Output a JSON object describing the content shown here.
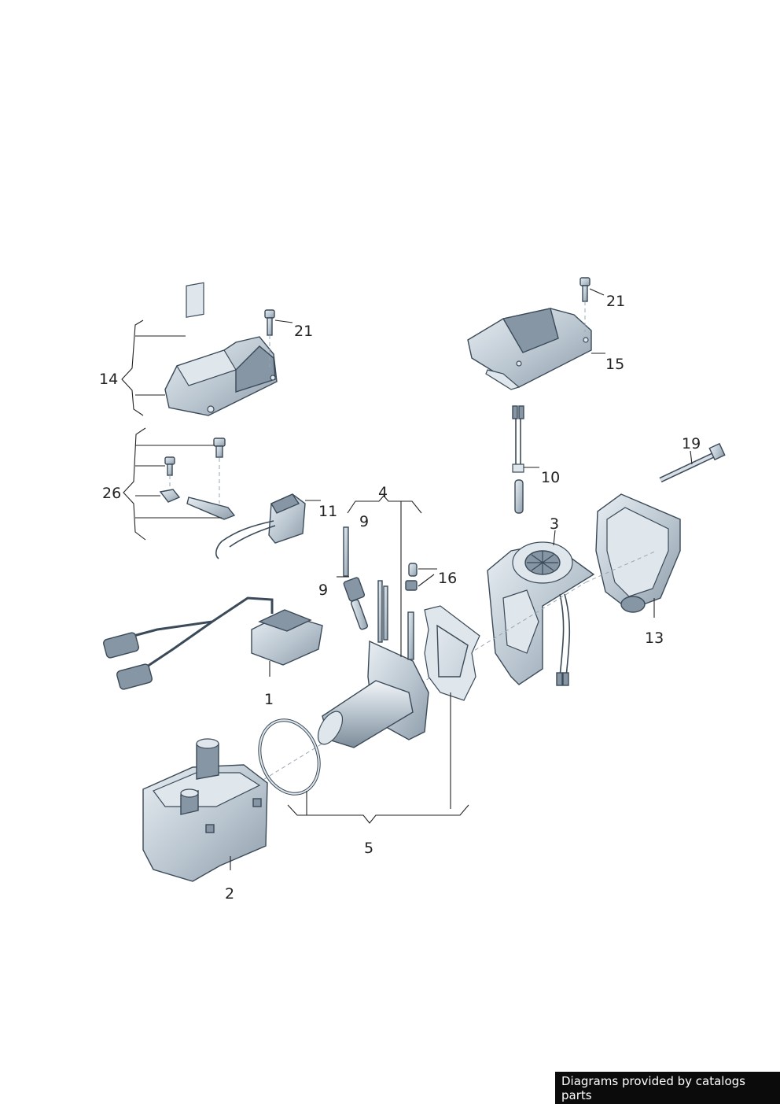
{
  "diagram": {
    "callouts": {
      "c1": "1",
      "c2": "2",
      "c3": "3",
      "c4": "4",
      "c5": "5",
      "c9a": "9",
      "c9b": "9",
      "c10": "10",
      "c11": "11",
      "c13": "13",
      "c14": "14",
      "c15": "15",
      "c16": "16",
      "c19": "19",
      "c21a": "21",
      "c21b": "21",
      "c26": "26"
    }
  },
  "footer": {
    "credit": "Diagrams provided by catalogs parts"
  },
  "colors": {
    "background": "#ffffff",
    "part_outline": "#3b4a58",
    "part_fill": "#b9c5cf",
    "label_text": "#222222",
    "credit_bg": "#0b0b0b",
    "credit_text": "#ffffff"
  }
}
